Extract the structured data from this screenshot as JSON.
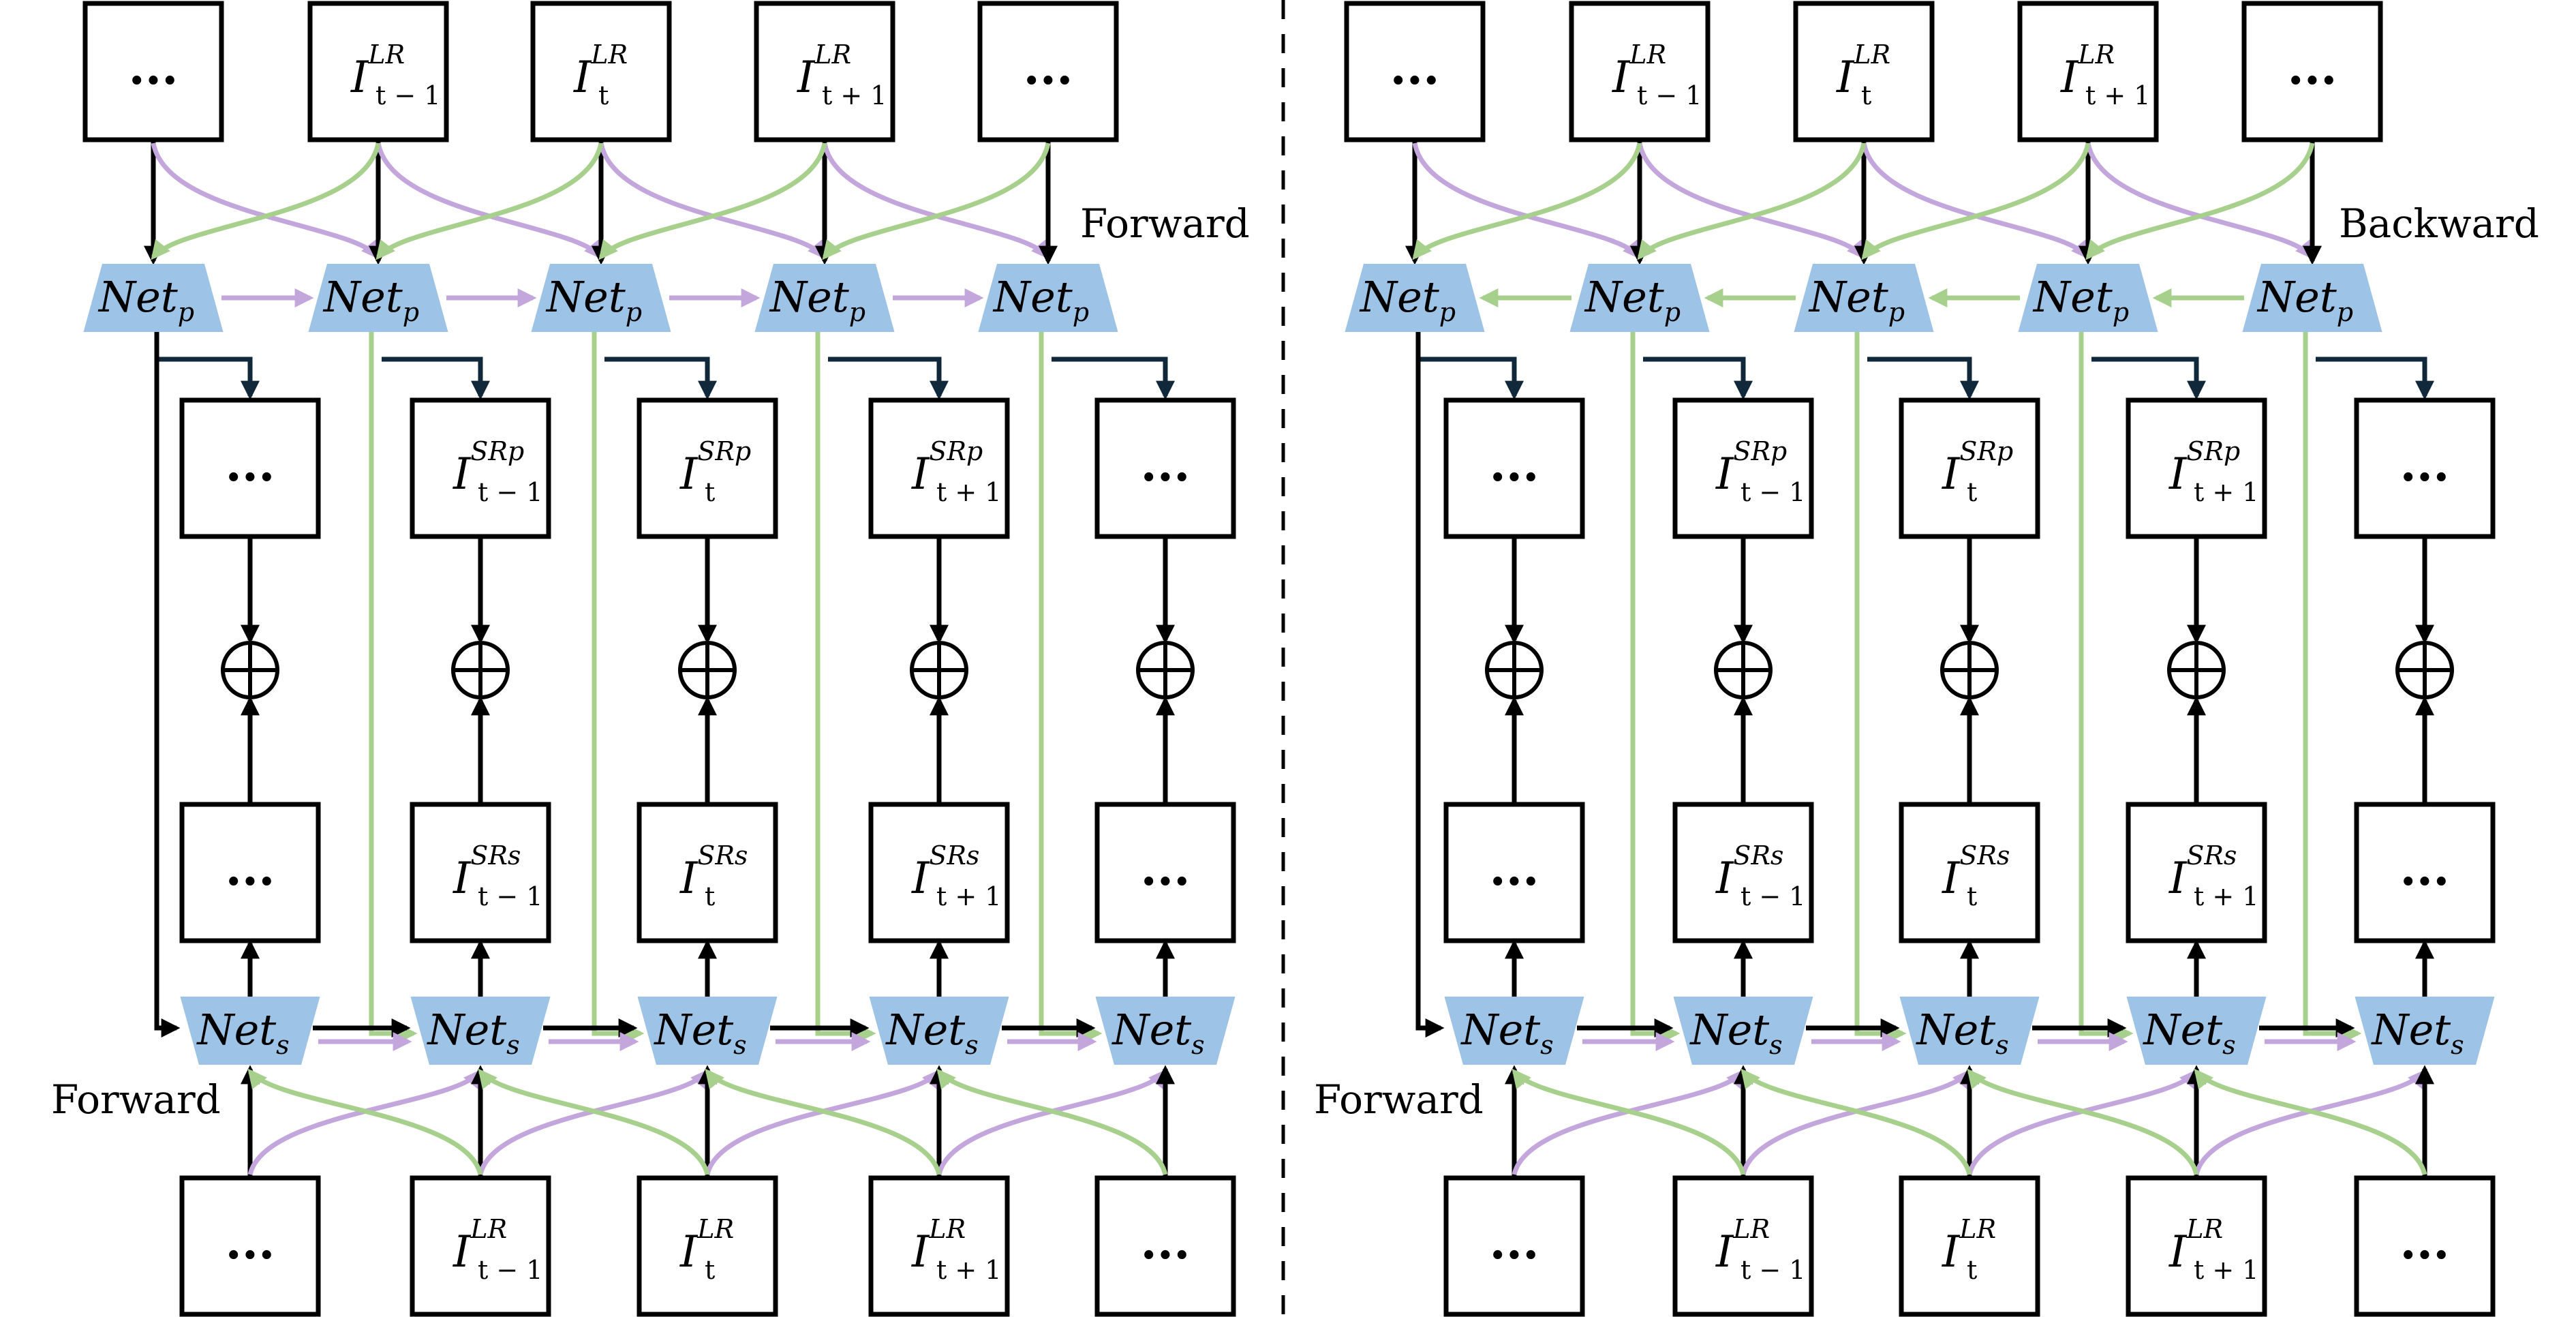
{
  "colors": {
    "net_fill": "#9dc3e6",
    "green_arrow": "#a8d08d",
    "purple_arrow": "#c3a6dc",
    "navy_arrow": "#10283a",
    "black_arrow": "#000000"
  },
  "panels": [
    {
      "id": "left",
      "top_label": "Forward",
      "bottom_label": "Forward",
      "top_propagation": "forward",
      "columns": [
        {
          "lr_top": {
            "base": "...",
            "sup": "",
            "sub": ""
          },
          "srp": {
            "base": "...",
            "sup": "",
            "sub": ""
          },
          "srs": {
            "base": "...",
            "sup": "",
            "sub": ""
          },
          "lr_bottom": {
            "base": "...",
            "sup": "",
            "sub": ""
          }
        },
        {
          "lr_top": {
            "base": "I",
            "sup": "LR",
            "sub": "t − 1"
          },
          "srp": {
            "base": "I",
            "sup": "SRp",
            "sub": "t − 1"
          },
          "srs": {
            "base": "I",
            "sup": "SRs",
            "sub": "t − 1"
          },
          "lr_bottom": {
            "base": "I",
            "sup": "LR",
            "sub": "t − 1"
          }
        },
        {
          "lr_top": {
            "base": "I",
            "sup": "LR",
            "sub": "t"
          },
          "srp": {
            "base": "I",
            "sup": "SRp",
            "sub": "t"
          },
          "srs": {
            "base": "I",
            "sup": "SRs",
            "sub": "t"
          },
          "lr_bottom": {
            "base": "I",
            "sup": "LR",
            "sub": "t"
          }
        },
        {
          "lr_top": {
            "base": "I",
            "sup": "LR",
            "sub": "t + 1"
          },
          "srp": {
            "base": "I",
            "sup": "SRp",
            "sub": "t + 1"
          },
          "srs": {
            "base": "I",
            "sup": "SRs",
            "sub": "t + 1"
          },
          "lr_bottom": {
            "base": "I",
            "sup": "LR",
            "sub": "t + 1"
          }
        },
        {
          "lr_top": {
            "base": "...",
            "sup": "",
            "sub": ""
          },
          "srp": {
            "base": "...",
            "sup": "",
            "sub": ""
          },
          "srs": {
            "base": "...",
            "sup": "",
            "sub": ""
          },
          "lr_bottom": {
            "base": "...",
            "sup": "",
            "sub": ""
          }
        }
      ],
      "net_top": {
        "base": "Net",
        "sub": "p"
      },
      "net_bottom": {
        "base": "Net",
        "sub": "s"
      }
    },
    {
      "id": "right",
      "top_label": "Backward",
      "bottom_label": "Forward",
      "top_propagation": "backward",
      "columns": [
        {
          "lr_top": {
            "base": "...",
            "sup": "",
            "sub": ""
          },
          "srp": {
            "base": "...",
            "sup": "",
            "sub": ""
          },
          "srs": {
            "base": "...",
            "sup": "",
            "sub": ""
          },
          "lr_bottom": {
            "base": "...",
            "sup": "",
            "sub": ""
          }
        },
        {
          "lr_top": {
            "base": "I",
            "sup": "LR",
            "sub": "t − 1"
          },
          "srp": {
            "base": "I",
            "sup": "SRp",
            "sub": "t − 1"
          },
          "srs": {
            "base": "I",
            "sup": "SRs",
            "sub": "t − 1"
          },
          "lr_bottom": {
            "base": "I",
            "sup": "LR",
            "sub": "t − 1"
          }
        },
        {
          "lr_top": {
            "base": "I",
            "sup": "LR",
            "sub": "t"
          },
          "srp": {
            "base": "I",
            "sup": "SRp",
            "sub": "t"
          },
          "srs": {
            "base": "I",
            "sup": "SRs",
            "sub": "t"
          },
          "lr_bottom": {
            "base": "I",
            "sup": "LR",
            "sub": "t"
          }
        },
        {
          "lr_top": {
            "base": "I",
            "sup": "LR",
            "sub": "t + 1"
          },
          "srp": {
            "base": "I",
            "sup": "SRp",
            "sub": "t + 1"
          },
          "srs": {
            "base": "I",
            "sup": "SRs",
            "sub": "t + 1"
          },
          "lr_bottom": {
            "base": "I",
            "sup": "LR",
            "sub": "t + 1"
          }
        },
        {
          "lr_top": {
            "base": "...",
            "sup": "",
            "sub": ""
          },
          "srp": {
            "base": "...",
            "sup": "",
            "sub": ""
          },
          "srs": {
            "base": "...",
            "sup": "",
            "sub": ""
          },
          "lr_bottom": {
            "base": "...",
            "sup": "",
            "sub": ""
          }
        }
      ],
      "net_top": {
        "base": "Net",
        "sub": "p"
      },
      "net_bottom": {
        "base": "Net",
        "sub": "s"
      }
    }
  ]
}
